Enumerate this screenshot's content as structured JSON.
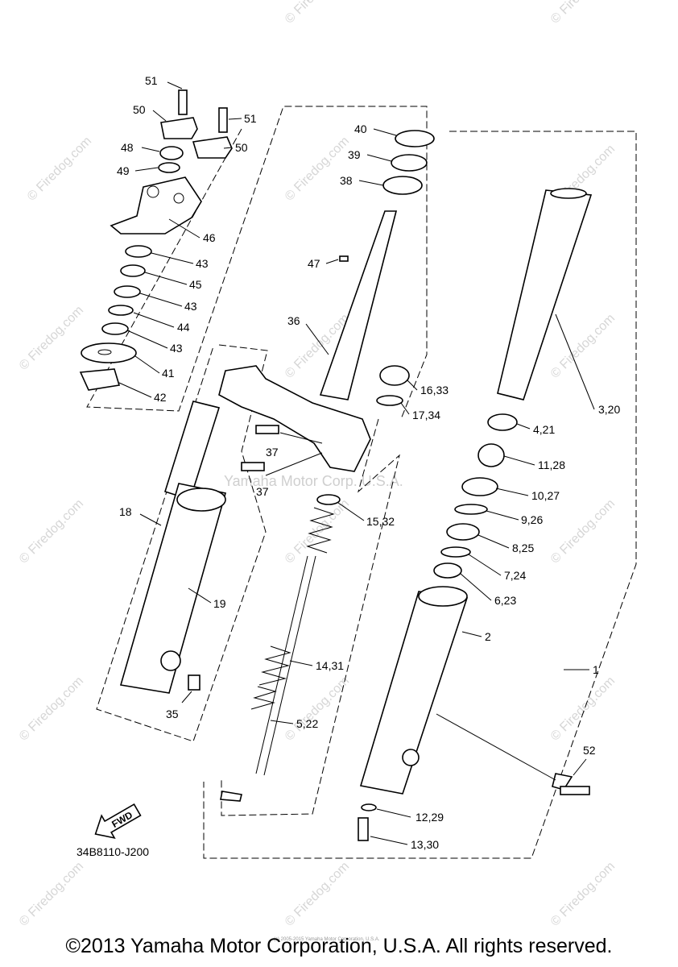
{
  "watermarks": {
    "site": "© Firedog.com",
    "brand": "Yamaha Motor Corp. U.S.A."
  },
  "part_labels": {
    "l51a": "51",
    "l50a": "50",
    "l48": "48",
    "l49": "49",
    "l51b": "51",
    "l50b": "50",
    "l46": "46",
    "l43a": "43",
    "l45": "45",
    "l43b": "43",
    "l44": "44",
    "l43c": "43",
    "l41": "41",
    "l42": "42",
    "l40": "40",
    "l39": "39",
    "l38": "38",
    "l47": "47",
    "l36": "36",
    "l16": "16,33",
    "l17": "17,34",
    "l37a": "37",
    "l37b": "37",
    "l18": "18",
    "l19": "19",
    "l35": "35",
    "l15": "15,32",
    "l14": "14,31",
    "l5": "5,22",
    "l3": "3,20",
    "l4": "4,21",
    "l11": "11,28",
    "l10": "10,27",
    "l9": "9,26",
    "l8": "8,25",
    "l7": "7,24",
    "l6": "6,23",
    "l2": "2",
    "l1": "1",
    "l52": "52",
    "l12": "12,29",
    "l13": "13,30"
  },
  "fwd_label": "FWD",
  "diagram_code": "34B8110-J200",
  "fine_print": "(c) 2005-2015 Yamaha Motor Corporation, U.S.A.",
  "copyright": "©2013 Yamaha Motor Corporation, U.S.A. All rights reserved."
}
